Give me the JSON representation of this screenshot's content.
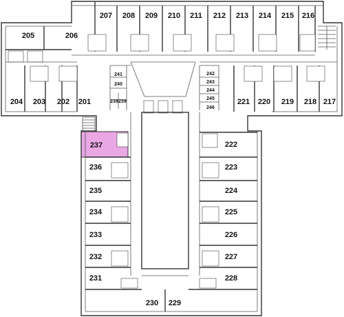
{
  "highlight_color": "#e9a7e4",
  "highlighted_room": "237",
  "rooms": {
    "r205": "205",
    "r206": "206",
    "r207": "207",
    "r208": "208",
    "r209": "209",
    "r210": "210",
    "r211": "211",
    "r212": "212",
    "r213": "213",
    "r214": "214",
    "r215": "215",
    "r216": "216",
    "r204": "204",
    "r203": "203",
    "r202": "202",
    "r201": "201",
    "r241": "241",
    "r240": "240",
    "r238": "238",
    "r239": "239",
    "r242": "242",
    "r243": "243",
    "r244": "244",
    "r245": "245",
    "r246": "246",
    "r221": "221",
    "r220": "220",
    "r219": "219",
    "r218": "218",
    "r217": "217",
    "r237": "237",
    "r236": "236",
    "r235": "235",
    "r234": "234",
    "r233": "233",
    "r232": "232",
    "r231": "231",
    "r230": "230",
    "r229": "229",
    "r222": "222",
    "r223": "223",
    "r224": "224",
    "r225": "225",
    "r226": "226",
    "r227": "227",
    "r228": "228"
  }
}
